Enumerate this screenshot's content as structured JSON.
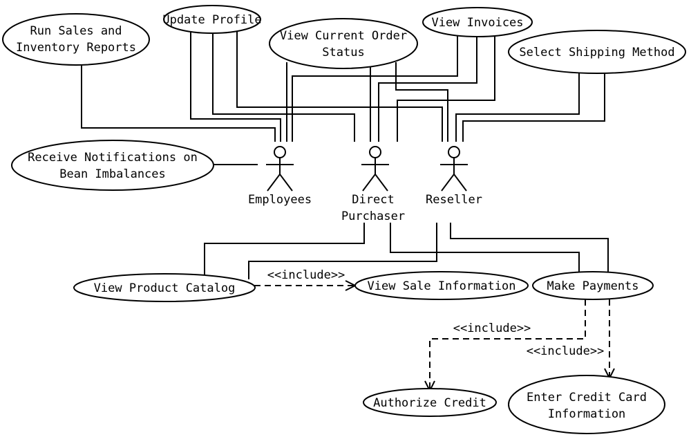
{
  "use_cases": {
    "run_sales": [
      "Run Sales and",
      "Inventory Reports"
    ],
    "update_profile": [
      "Update Profile"
    ],
    "view_order_status": [
      "View Current Order",
      "Status"
    ],
    "view_invoices": [
      "View Invoices"
    ],
    "select_shipping": [
      "Select Shipping Method"
    ],
    "receive_notifications": [
      "Receive Notifications on",
      "Bean Imbalances"
    ],
    "view_product_catalog": [
      "View Product Catalog"
    ],
    "view_sale_information": [
      "View Sale Information"
    ],
    "make_payments": [
      "Make Payments"
    ],
    "authorize_credit": [
      "Authorize Credit"
    ],
    "enter_credit_card": [
      "Enter Credit Card",
      "Information"
    ]
  },
  "actors": {
    "employees": [
      "Employees"
    ],
    "direct_purchaser": [
      "Direct",
      "Purchaser"
    ],
    "reseller": [
      "Reseller"
    ]
  },
  "relations": {
    "include_1": "<<include>>",
    "include_2": "<<include>>",
    "include_3": "<<include>>"
  }
}
